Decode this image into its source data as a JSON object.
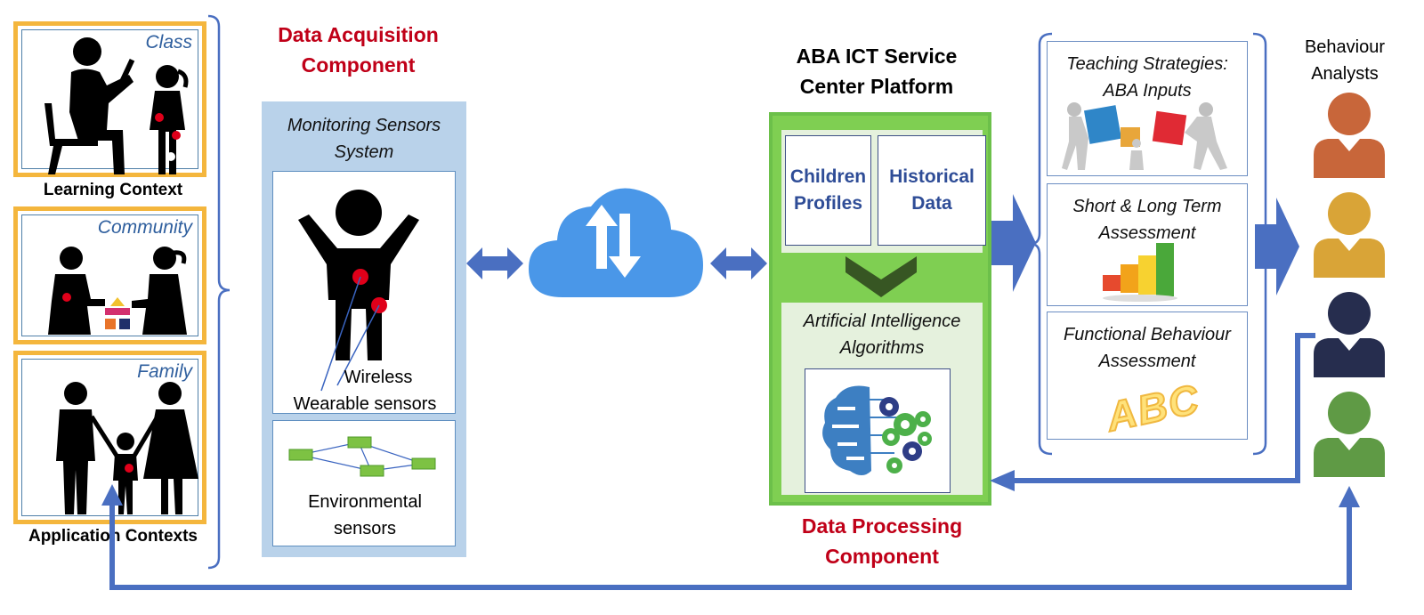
{
  "contexts": {
    "class_tag": "Class",
    "learning_label": "Learning Context",
    "community_tag": "Community",
    "family_tag": "Family",
    "application_label": "Application Contexts"
  },
  "acquisition": {
    "title_line1": "Data Acquisition",
    "title_line2": "Component",
    "monitoring_line1": "Monitoring Sensors",
    "monitoring_line2": "System",
    "wearable_line1": "Wireless",
    "wearable_line2": "Wearable sensors",
    "env_line1": "Environmental",
    "env_line2": "sensors"
  },
  "platform": {
    "title_line1": "ABA ICT Service",
    "title_line2": "Center Platform",
    "children_line1": "Children",
    "children_line2": "Profiles",
    "historical_line1": "Historical",
    "historical_line2": "Data",
    "ai_line1": "Artificial Intelligence",
    "ai_line2": "Algorithms",
    "processing_line1": "Data Processing",
    "processing_line2": "Component"
  },
  "outputs": {
    "teaching_line1": "Teaching Strategies:",
    "teaching_line2": "ABA Inputs",
    "assessment_line1": "Short & Long Term",
    "assessment_line2": "Assessment",
    "functional_line1": "Functional Behaviour",
    "functional_line2": "Assessment",
    "abc_text": "ABC"
  },
  "analysts": {
    "title_line1": "Behaviour",
    "title_line2": "Analysts"
  },
  "colors": {
    "context_border": "#f4b63d",
    "panel_blue": "#b9d2ea",
    "platform_green": "#7fcf52",
    "arrow_blue": "#4a6fc1",
    "cloud_blue": "#4a97e8",
    "title_red": "#c00018",
    "analyst_1": "#c8663a",
    "analyst_2": "#d9a437",
    "analyst_3": "#262d4e",
    "analyst_4": "#5f9a45"
  }
}
